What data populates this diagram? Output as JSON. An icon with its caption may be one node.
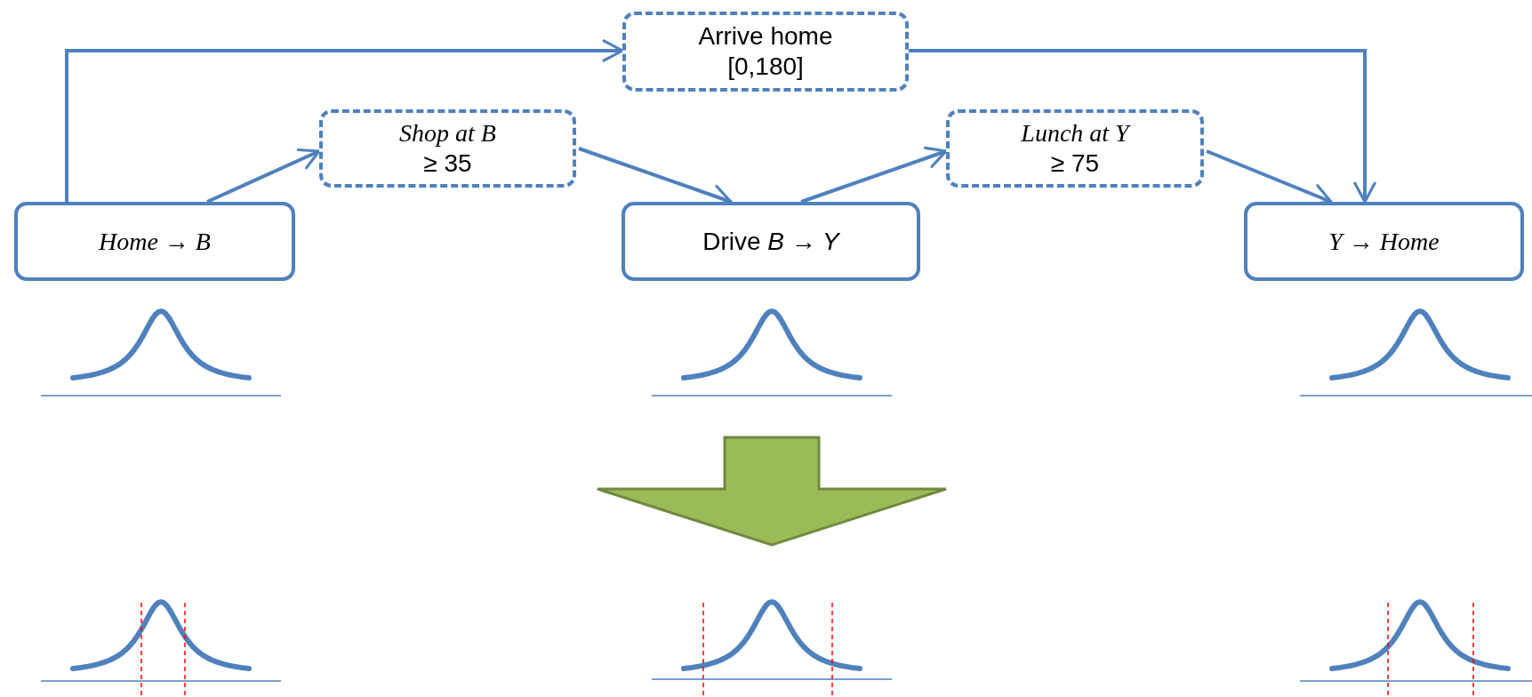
{
  "diagram": {
    "nodes": [
      {
        "text": [
          "Arrive home",
          "[0,180]"
        ]
      },
      {
        "text": [
          "Shop at B",
          "≥ 35"
        ]
      },
      {
        "text": [
          "Lunch at Y",
          "≥ 75"
        ]
      },
      {
        "text": [
          "Home → B"
        ]
      },
      {
        "text": [
          "Drive *B → Y*"
        ]
      },
      {
        "text": [
          "Y → Home"
        ]
      }
    ],
    "edges": [
      {
        "from": 3,
        "to": 0,
        "arrow": "to"
      },
      {
        "from": 0,
        "to": 5,
        "arrow": "to"
      },
      {
        "from": 3,
        "to": 1,
        "arrow": "to"
      },
      {
        "from": 1,
        "to": 4,
        "arrow": "to"
      },
      {
        "from": 4,
        "to": 2,
        "arrow": "to"
      },
      {
        "from": 2,
        "to": 5,
        "arrow": "to"
      }
    ]
  }
}
